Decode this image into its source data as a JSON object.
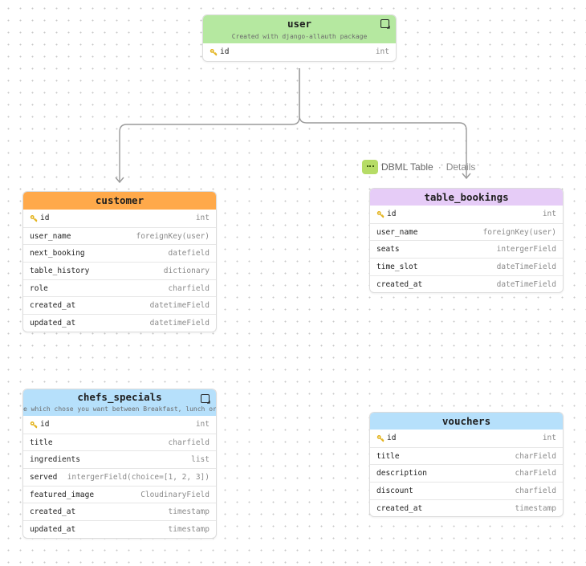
{
  "colors": {
    "user_header": "#b5e8a0",
    "customer_header": "#ffa94a",
    "table_bookings_header": "#e6ccf7",
    "chefs_specials_header": "#b6e0fb",
    "vouchers_header": "#b6e0fb",
    "connector": "#9a9a9a"
  },
  "badge": {
    "title": "DBML Table",
    "separator": "·",
    "link": "Details",
    "icon": "dbml-table-icon"
  },
  "tables": {
    "user": {
      "name": "user",
      "note": "Created with django-allauth package",
      "fields": [
        {
          "name": "id",
          "type": "int",
          "pk": true
        }
      ]
    },
    "customer": {
      "name": "customer",
      "fields": [
        {
          "name": "id",
          "type": "int",
          "pk": true
        },
        {
          "name": "user_name",
          "type": "foreignKey(user)"
        },
        {
          "name": "next_booking",
          "type": "datefield"
        },
        {
          "name": "table_history",
          "type": "dictionary"
        },
        {
          "name": "role",
          "type": "charfield"
        },
        {
          "name": "created_at",
          "type": "datetimeField"
        },
        {
          "name": "updated_at",
          "type": "datetimeField"
        }
      ]
    },
    "table_bookings": {
      "name": "table_bookings",
      "fields": [
        {
          "name": "id",
          "type": "int",
          "pk": true
        },
        {
          "name": "user_name",
          "type": "foreignKey(user)"
        },
        {
          "name": "seats",
          "type": "intergerField"
        },
        {
          "name": "time_slot",
          "type": "dateTimeField"
        },
        {
          "name": "created_at",
          "type": "dateTimeField"
        }
      ]
    },
    "chefs_specials": {
      "name": "chefs_specials",
      "note": "e which chose you want between Breakfast, lunch or s",
      "fields": [
        {
          "name": "id",
          "type": "int",
          "pk": true
        },
        {
          "name": "title",
          "type": "charfield"
        },
        {
          "name": "ingredients",
          "type": "list"
        },
        {
          "name": "served",
          "type": "intergerField(choice=[1, 2, 3])"
        },
        {
          "name": "featured_image",
          "type": "CloudinaryField"
        },
        {
          "name": "created_at",
          "type": "timestamp"
        },
        {
          "name": "updated_at",
          "type": "timestamp"
        }
      ]
    },
    "vouchers": {
      "name": "vouchers",
      "fields": [
        {
          "name": "id",
          "type": "int",
          "pk": true
        },
        {
          "name": "title",
          "type": "charField"
        },
        {
          "name": "description",
          "type": "charField"
        },
        {
          "name": "discount",
          "type": "charfield"
        },
        {
          "name": "created_at",
          "type": "timestamp"
        }
      ]
    }
  }
}
